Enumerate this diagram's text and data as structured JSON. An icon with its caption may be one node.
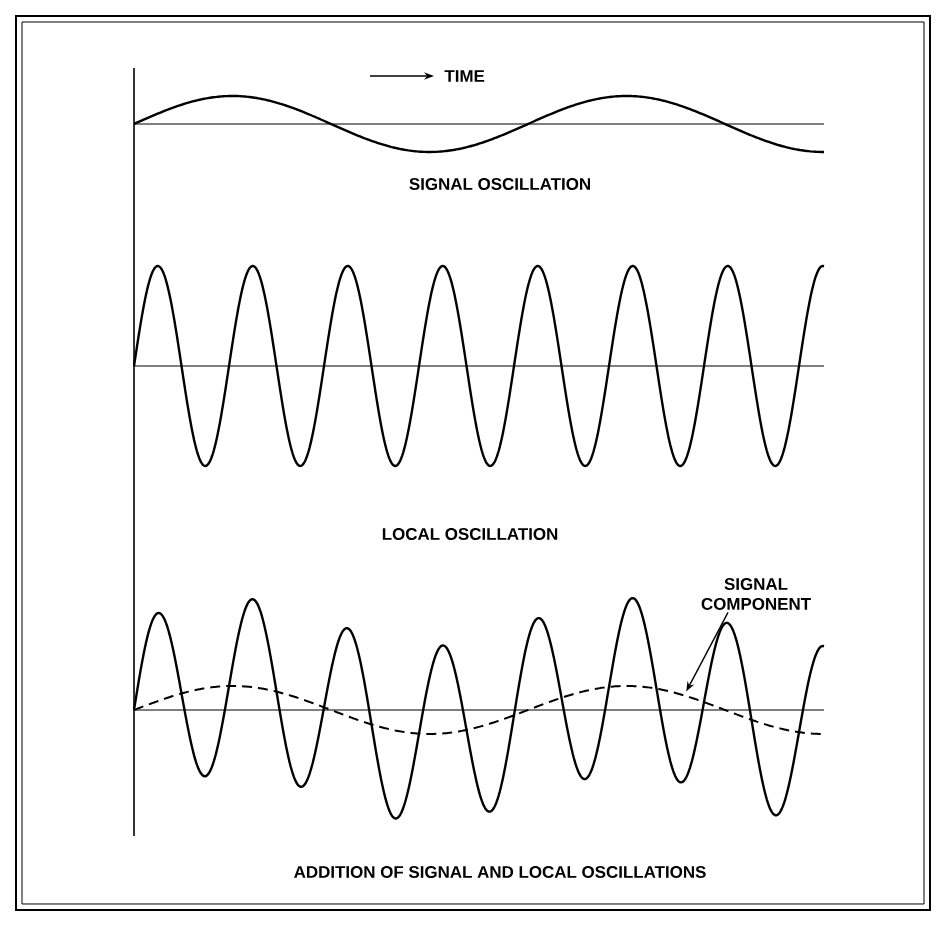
{
  "diagram": {
    "nodes": [
      {
        "text": [
          "SIGNAL COMPONENT"
        ]
      },
      {
        "text": [],
        "shape": "wave"
      }
    ],
    "edges": [
      {
        "from": 0,
        "to": 1,
        "arrow": "to"
      }
    ],
    "labels": [
      "TIME",
      "SIGNAL OSCILLATION",
      "LOCAL OSCILLATION",
      "ADDITION OF SIGNAL AND LOCAL OSCILLATIONS"
    ]
  }
}
